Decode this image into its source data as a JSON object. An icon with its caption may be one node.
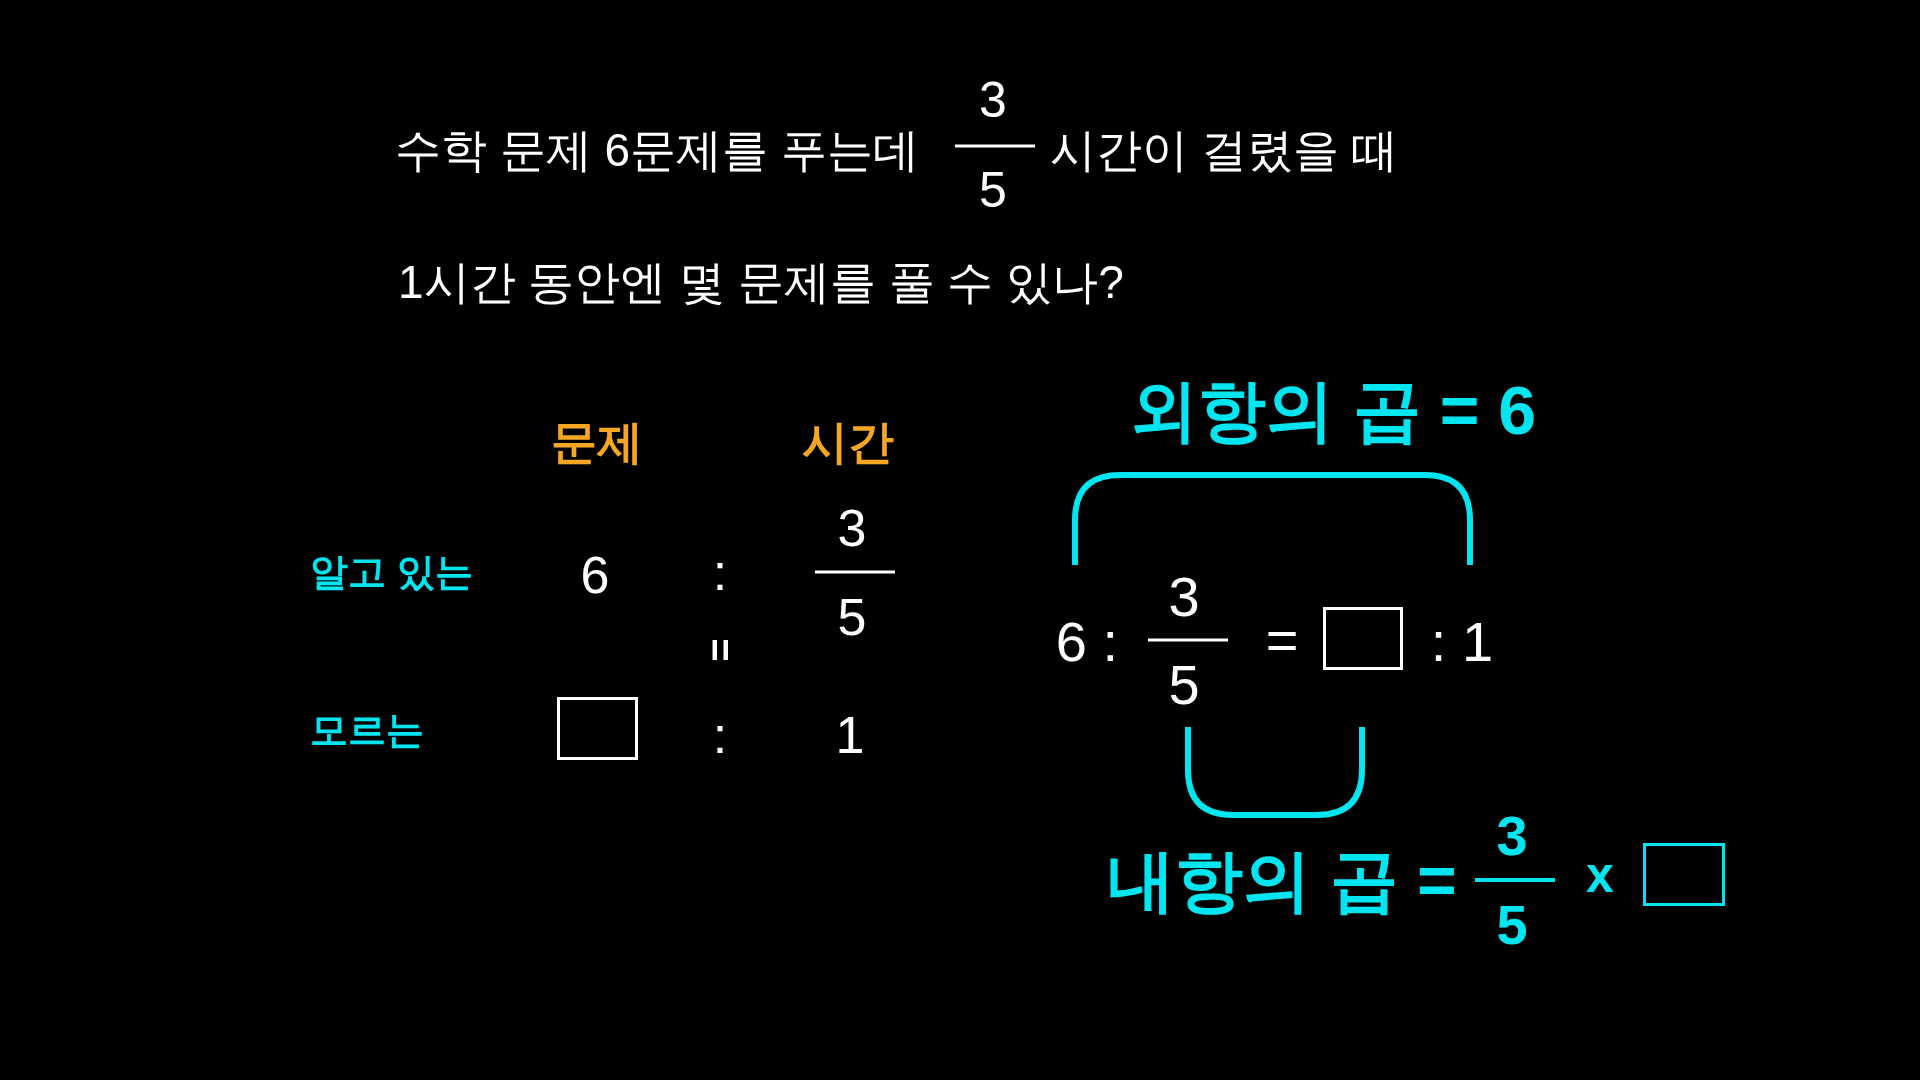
{
  "diagram": {
    "nodes": [
      {
        "text": [],
        "shape": "box"
      },
      {
        "text": [],
        "shape": "box"
      },
      {
        "text": [],
        "shape": "box"
      }
    ],
    "labels": [
      "수학 문제 6문제를 푸는데",
      "3",
      "5",
      "시간이 걸렸을 때",
      "1시간 동안엔 몇 문제를 풀 수 있나?",
      "외항의 곱 = 6",
      "문제",
      "시간",
      "3",
      "알고 있는",
      "6",
      ":",
      "5",
      "3",
      "6 :",
      "=",
      ": 1",
      "5",
      "=",
      "모르는",
      ":",
      "1",
      "내항의 곱 =",
      "3",
      "x",
      "5"
    ]
  }
}
